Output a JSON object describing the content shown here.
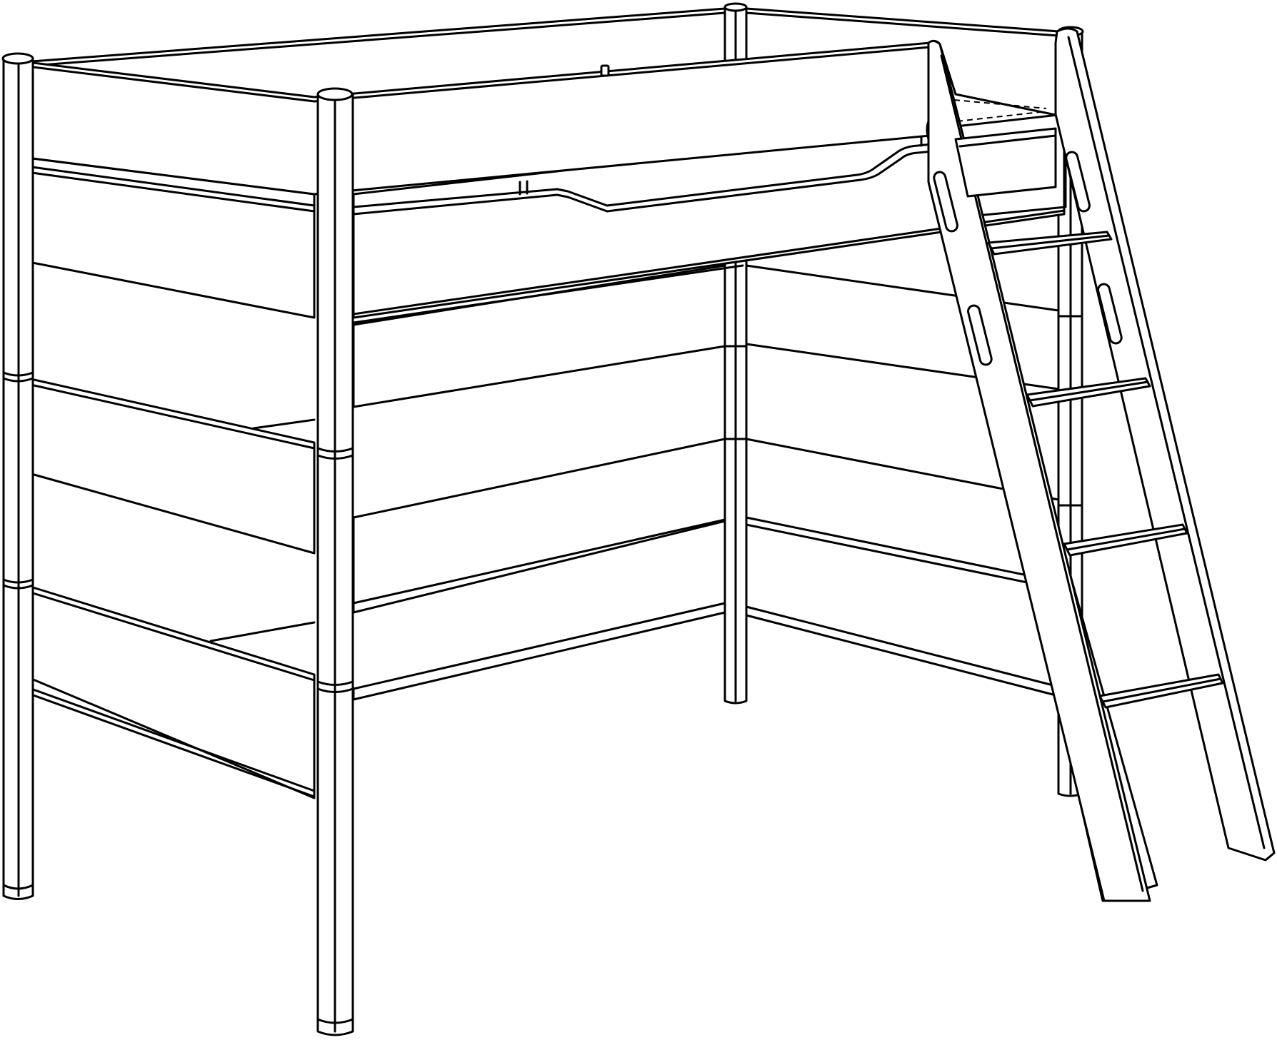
{
  "figure": {
    "subject": "loft-bed-with-slanted-ladder",
    "style": "black-line-art",
    "colors": {
      "line": "#000000",
      "background": "#ffffff"
    },
    "parts": {
      "posts": 4,
      "guard_rails": 3,
      "side_panels": 4,
      "ladder_steps": 4,
      "ladder_grip_slots": 4
    }
  }
}
